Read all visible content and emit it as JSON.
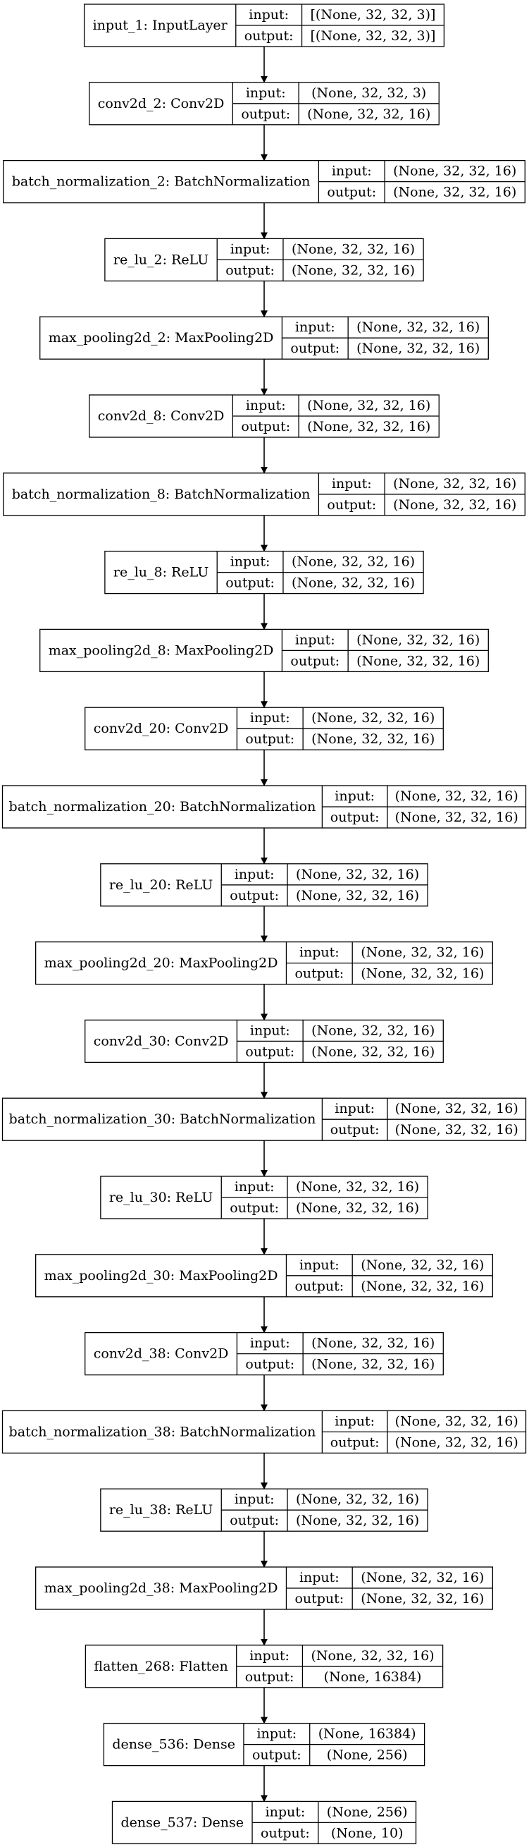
{
  "colors": {
    "stroke": "#000000",
    "background": "#ffffff",
    "text": "#000000"
  },
  "nodes": [
    {
      "label": "input_1: InputLayer",
      "input": "[(None, 32, 32, 3)]",
      "output": "[(None, 32, 32, 3)]"
    },
    {
      "label": "conv2d_2: Conv2D",
      "input": "(None, 32, 32, 3)",
      "output": "(None, 32, 32, 16)"
    },
    {
      "label": "batch_normalization_2: BatchNormalization",
      "input": "(None, 32, 32, 16)",
      "output": "(None, 32, 32, 16)"
    },
    {
      "label": "re_lu_2: ReLU",
      "input": "(None, 32, 32, 16)",
      "output": "(None, 32, 32, 16)"
    },
    {
      "label": "max_pooling2d_2: MaxPooling2D",
      "input": "(None, 32, 32, 16)",
      "output": "(None, 32, 32, 16)"
    },
    {
      "label": "conv2d_8: Conv2D",
      "input": "(None, 32, 32, 16)",
      "output": "(None, 32, 32, 16)"
    },
    {
      "label": "batch_normalization_8: BatchNormalization",
      "input": "(None, 32, 32, 16)",
      "output": "(None, 32, 32, 16)"
    },
    {
      "label": "re_lu_8: ReLU",
      "input": "(None, 32, 32, 16)",
      "output": "(None, 32, 32, 16)"
    },
    {
      "label": "max_pooling2d_8: MaxPooling2D",
      "input": "(None, 32, 32, 16)",
      "output": "(None, 32, 32, 16)"
    },
    {
      "label": "conv2d_20: Conv2D",
      "input": "(None, 32, 32, 16)",
      "output": "(None, 32, 32, 16)"
    },
    {
      "label": "batch_normalization_20: BatchNormalization",
      "input": "(None, 32, 32, 16)",
      "output": "(None, 32, 32, 16)"
    },
    {
      "label": "re_lu_20: ReLU",
      "input": "(None, 32, 32, 16)",
      "output": "(None, 32, 32, 16)"
    },
    {
      "label": "max_pooling2d_20: MaxPooling2D",
      "input": "(None, 32, 32, 16)",
      "output": "(None, 32, 32, 16)"
    },
    {
      "label": "conv2d_30: Conv2D",
      "input": "(None, 32, 32, 16)",
      "output": "(None, 32, 32, 16)"
    },
    {
      "label": "batch_normalization_30: BatchNormalization",
      "input": "(None, 32, 32, 16)",
      "output": "(None, 32, 32, 16)"
    },
    {
      "label": "re_lu_30: ReLU",
      "input": "(None, 32, 32, 16)",
      "output": "(None, 32, 32, 16)"
    },
    {
      "label": "max_pooling2d_30: MaxPooling2D",
      "input": "(None, 32, 32, 16)",
      "output": "(None, 32, 32, 16)"
    },
    {
      "label": "conv2d_38: Conv2D",
      "input": "(None, 32, 32, 16)",
      "output": "(None, 32, 32, 16)"
    },
    {
      "label": "batch_normalization_38: BatchNormalization",
      "input": "(None, 32, 32, 16)",
      "output": "(None, 32, 32, 16)"
    },
    {
      "label": "re_lu_38: ReLU",
      "input": "(None, 32, 32, 16)",
      "output": "(None, 32, 32, 16)"
    },
    {
      "label": "max_pooling2d_38: MaxPooling2D",
      "input": "(None, 32, 32, 16)",
      "output": "(None, 32, 32, 16)"
    },
    {
      "label": "flatten_268: Flatten",
      "input": "(None, 32, 32, 16)",
      "output": "(None, 16384)"
    },
    {
      "label": "dense_536: Dense",
      "input": "(None, 16384)",
      "output": "(None, 256)"
    },
    {
      "label": "dense_537: Dense",
      "input": "(None, 256)",
      "output": "(None, 10)"
    }
  ],
  "port_labels": {
    "input": "input:",
    "output": "output:"
  }
}
